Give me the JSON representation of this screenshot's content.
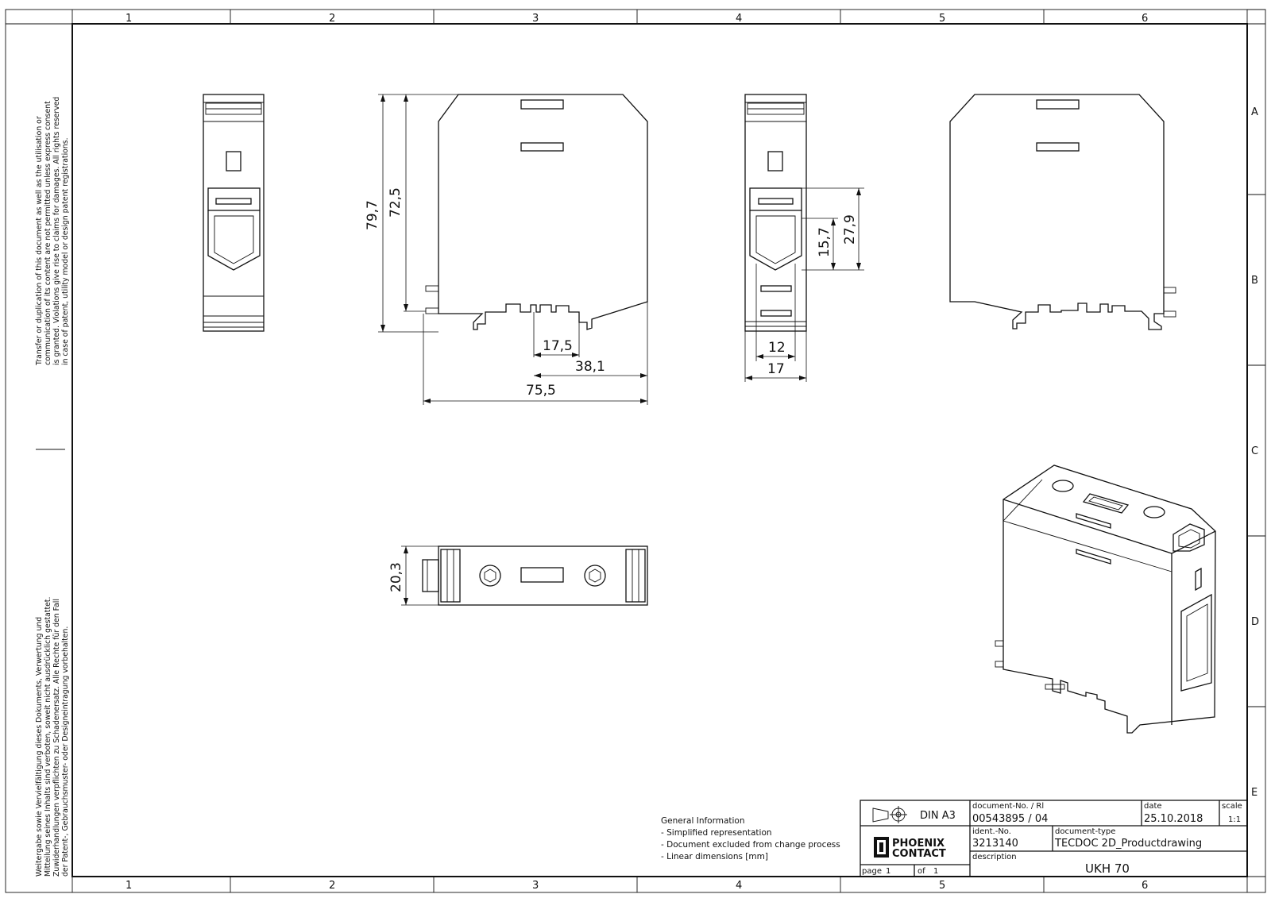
{
  "frame": {
    "columns": [
      "1",
      "2",
      "3",
      "4",
      "5",
      "6"
    ],
    "rows": [
      "A",
      "B",
      "C",
      "D",
      "E"
    ]
  },
  "legal": {
    "en_lines": [
      "Transfer or duplication of this document as well as the utilisation or",
      "communication of its content are not permitted unless express consent",
      "is granted. Violations give rise to claims for damages. All rights reserved",
      "in case of patent, utility model or design patent registrations."
    ],
    "de_lines": [
      "Weitergabe sowie Vervielfältigung dieses Dokuments, Verwertung und",
      "Mitteilung seines Inhalts sind verboten, soweit nicht ausdrücklich gestattet.",
      "Zuwiderhandlungen verpflichten zu Schadenersatz. Alle Rechte für den Fall",
      "der Patent-, Gebrauchsmuster- oder Designeintragung vorbehalten."
    ]
  },
  "dimensions": {
    "height_total": "79,7",
    "height_body": "72,5",
    "width_slot": "17,5",
    "width_mid": "38,1",
    "width_total": "75,5",
    "side_h1": "15,7",
    "side_h2": "27,9",
    "side_w1": "12",
    "side_w2": "17",
    "bottom_h": "20,3"
  },
  "notes": {
    "heading": "General Information",
    "lines": [
      "- Simplified representation",
      "- Document excluded from change process",
      "- Linear dimensions [mm]"
    ]
  },
  "title_block": {
    "format": "DIN A3",
    "doc_no_label": "document-No. / Rl",
    "doc_no": "00543895 / 04",
    "date_label": "date",
    "date": "25.10.2018",
    "scale_label": "scale",
    "scale": "1:1",
    "ident_label": "ident.-No.",
    "ident": "3213140",
    "doctype_label": "document-type",
    "doctype": "TECDOC 2D_Productdrawing",
    "desc_label": "description",
    "desc": "UKH 70",
    "page_label": "page",
    "page": "1",
    "of_label": "of",
    "of": "1",
    "logo_line1": "PHOENIX",
    "logo_line2": "CONTACT"
  }
}
